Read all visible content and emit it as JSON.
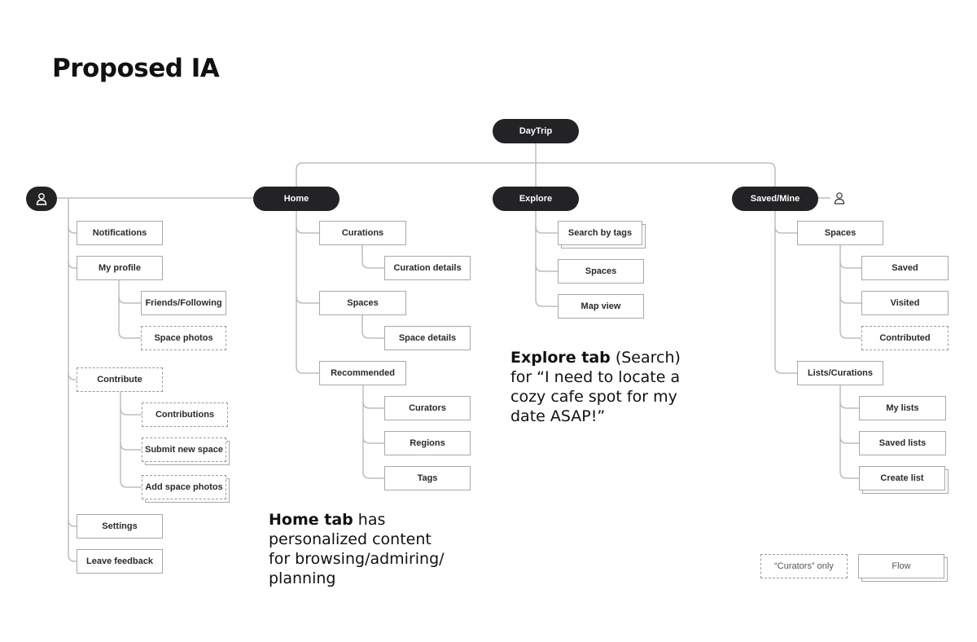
{
  "page": {
    "title": "Proposed IA"
  },
  "nodes": {
    "daytrip": "DayTrip",
    "home": "Home",
    "explore": "Explore",
    "saved_mine": "Saved/Mine"
  },
  "user_column": {
    "notifications": "Notifications",
    "my_profile": "My profile",
    "friends_following": "Friends/Following",
    "space_photos": "Space photos",
    "contribute": "Contribute",
    "contributions": "Contributions",
    "submit_new_space": "Submit new space",
    "add_space_photos": "Add space photos",
    "settings": "Settings",
    "leave_feedback": "Leave feedback"
  },
  "home_column": {
    "curations": "Curations",
    "curation_details": "Curation details",
    "spaces": "Spaces",
    "space_details": "Space details",
    "recommended": "Recommended",
    "curators": "Curators",
    "regions": "Regions",
    "tags": "Tags"
  },
  "explore_column": {
    "search_by_tags": "Search by tags",
    "spaces": "Spaces",
    "map_view": "Map view"
  },
  "saved_column": {
    "spaces": "Spaces",
    "saved": "Saved",
    "visited": "Visited",
    "contributed": "Contributed",
    "lists_curations": "Lists/Curations",
    "my_lists": "My lists",
    "saved_lists": "Saved lists",
    "create_list": "Create list"
  },
  "annotations": {
    "explore": {
      "bold": "Explore tab",
      "rest": " (Search)",
      "line2": "for “I need to locate a",
      "line3": "cozy cafe spot for my",
      "line4": "date ASAP!”"
    },
    "home": {
      "bold": "Home tab",
      "rest": " has",
      "line2": "personalized content",
      "line3": "for browsing/admiring/",
      "line4": "planning"
    }
  },
  "legend": {
    "curators_only": "“Curators” only",
    "flow": "Flow"
  },
  "icons": {
    "user_root": "user-icon",
    "saved_user": "user-icon"
  },
  "colors": {
    "pill": "#232325",
    "connector": "#bdbdbd",
    "box_border": "#a9a9a9"
  }
}
